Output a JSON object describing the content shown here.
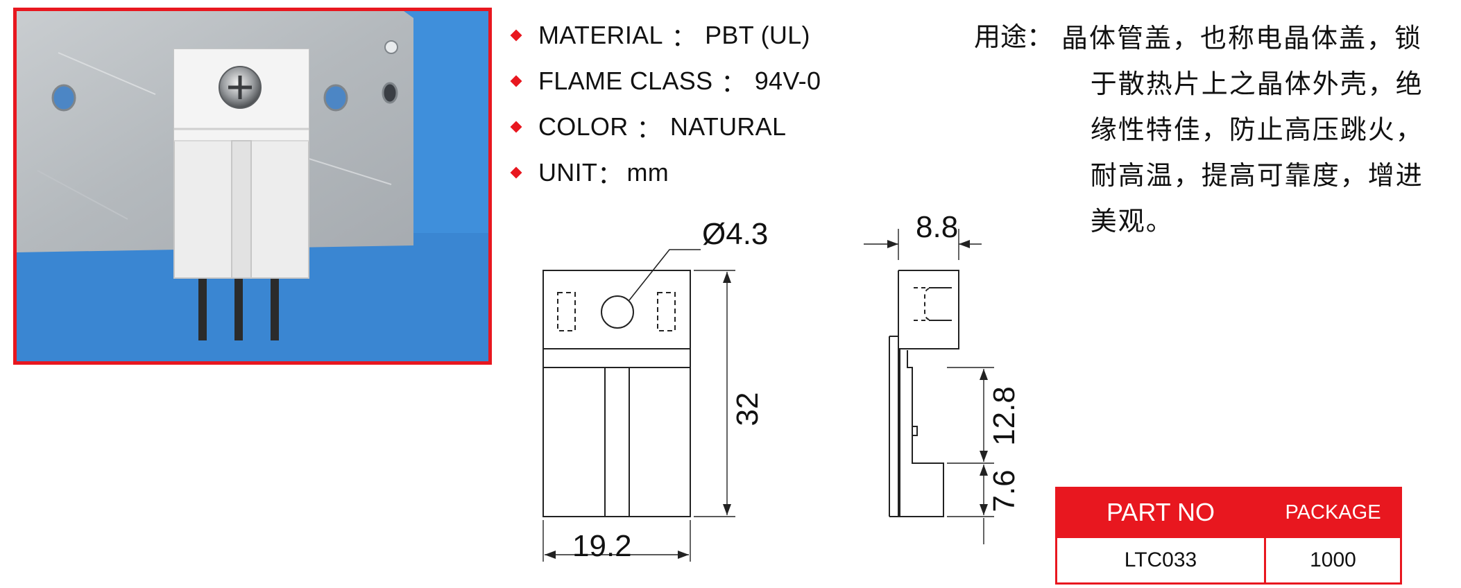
{
  "specs": [
    {
      "label": "MATERIAL",
      "sep": "：",
      "value": "PBT (UL)"
    },
    {
      "label": "FLAME CLASS",
      "sep": "：",
      "value": "94V-0"
    },
    {
      "label": "COLOR",
      "sep": "：",
      "value": "NATURAL"
    },
    {
      "label": "UNIT",
      "sep": "：",
      "value": "mm"
    }
  ],
  "usage": {
    "label": "用途：",
    "text": "晶体管盖，也称电晶体盖，锁于散热片上之晶体外壳，绝缘性特佳，防止高压跳火，耐高温，提高可靠度，增进美观。"
  },
  "dimensions": {
    "hole": "Ø4.3",
    "height": "32",
    "width": "19.2",
    "depth": "8.8",
    "slot": "12.8",
    "lip": "7.6"
  },
  "table": {
    "headers": {
      "part_no": "PART NO",
      "package": "PACKAGE"
    },
    "rows": [
      {
        "part_no": "LTC033",
        "package": "1000"
      }
    ]
  },
  "colors": {
    "accent": "#e8171f",
    "background": "#3d8ed8"
  }
}
